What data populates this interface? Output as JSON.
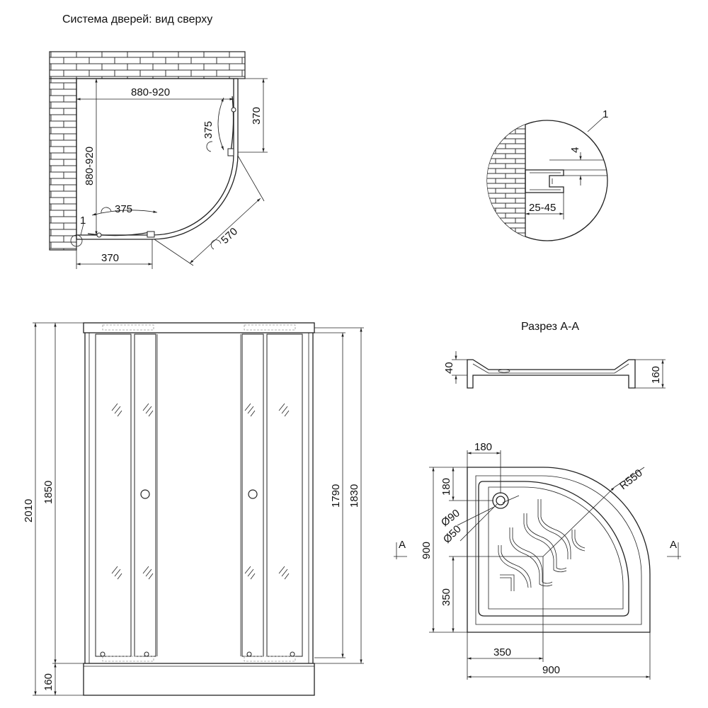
{
  "titles": {
    "top_view": "Система дверей: вид сверху",
    "section": "Разрез А-А"
  },
  "top_view": {
    "width": "880-920",
    "depth": "880-920",
    "side_top": "370",
    "side_bottom": "370",
    "door_swing_right": "375",
    "door_swing_bottom": "375",
    "arc_span": "570",
    "callout": "1"
  },
  "detail": {
    "callout": "1",
    "gap": "4",
    "profile": "25-45"
  },
  "front_view": {
    "total_height": "2010",
    "frame_height": "1850",
    "base_height": "160",
    "glass_height": "1790",
    "door_height": "1830"
  },
  "section_aa": {
    "rim": "40",
    "height": "160"
  },
  "tray_plan": {
    "top_offset": "180",
    "left_offset": "180",
    "radius": "R550",
    "drain_outer": "Ø90",
    "drain_inner": "Ø50",
    "depth": "900",
    "side_y": "350",
    "side_x": "350",
    "width": "900",
    "section_mark_left": "А",
    "section_mark_right": "А"
  }
}
